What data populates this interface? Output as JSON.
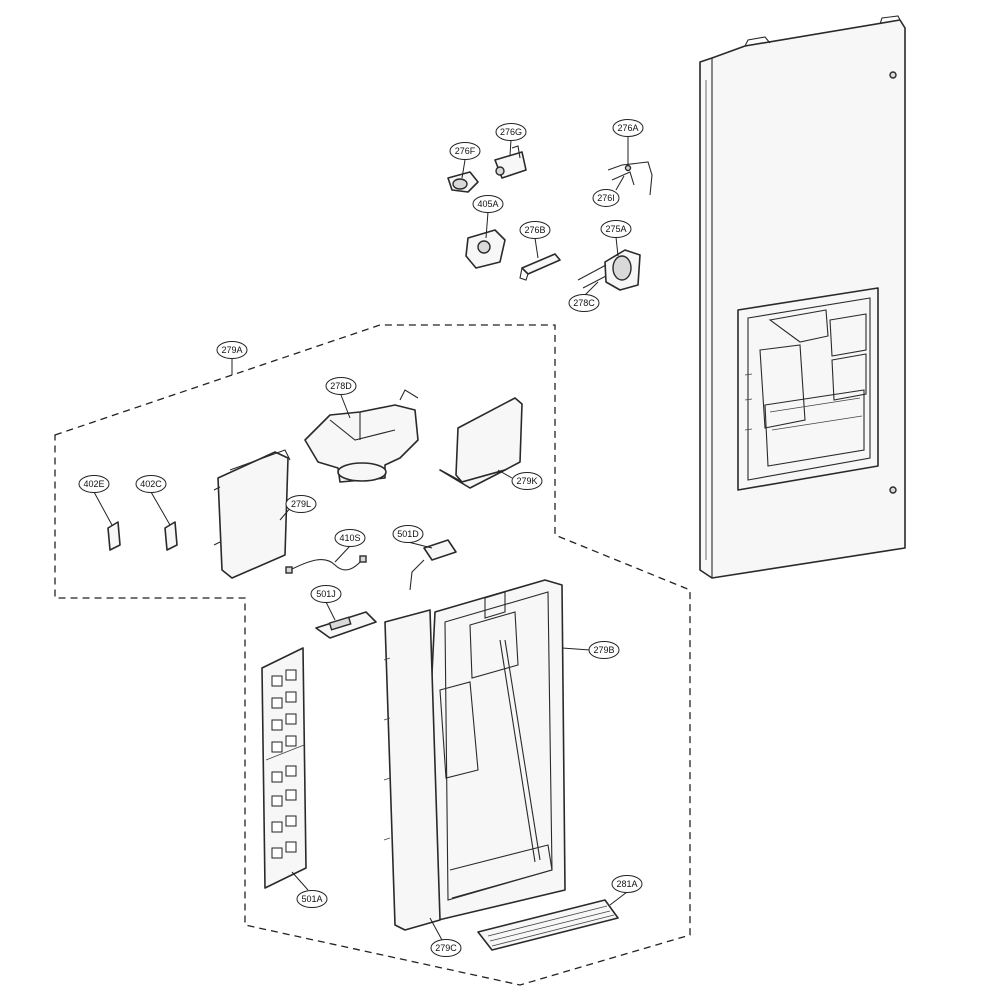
{
  "labels": {
    "l276A": "276A",
    "l276G": "276G",
    "l276F": "276F",
    "l276I": "276I",
    "l405A": "405A",
    "l276B": "276B",
    "l275A": "275A",
    "l278C": "278C",
    "l279A": "279A",
    "l278D": "278D",
    "l279K": "279K",
    "l402E": "402E",
    "l402C": "402C",
    "l279L": "279L",
    "l410S": "410S",
    "l501D": "501D",
    "l501J": "501J",
    "l279B": "279B",
    "l501A": "501A",
    "l279C": "279C",
    "l281A": "281A"
  },
  "colors": {
    "line": "#2a2a2a",
    "fill": "#f7f7f7",
    "background": "#ffffff"
  }
}
